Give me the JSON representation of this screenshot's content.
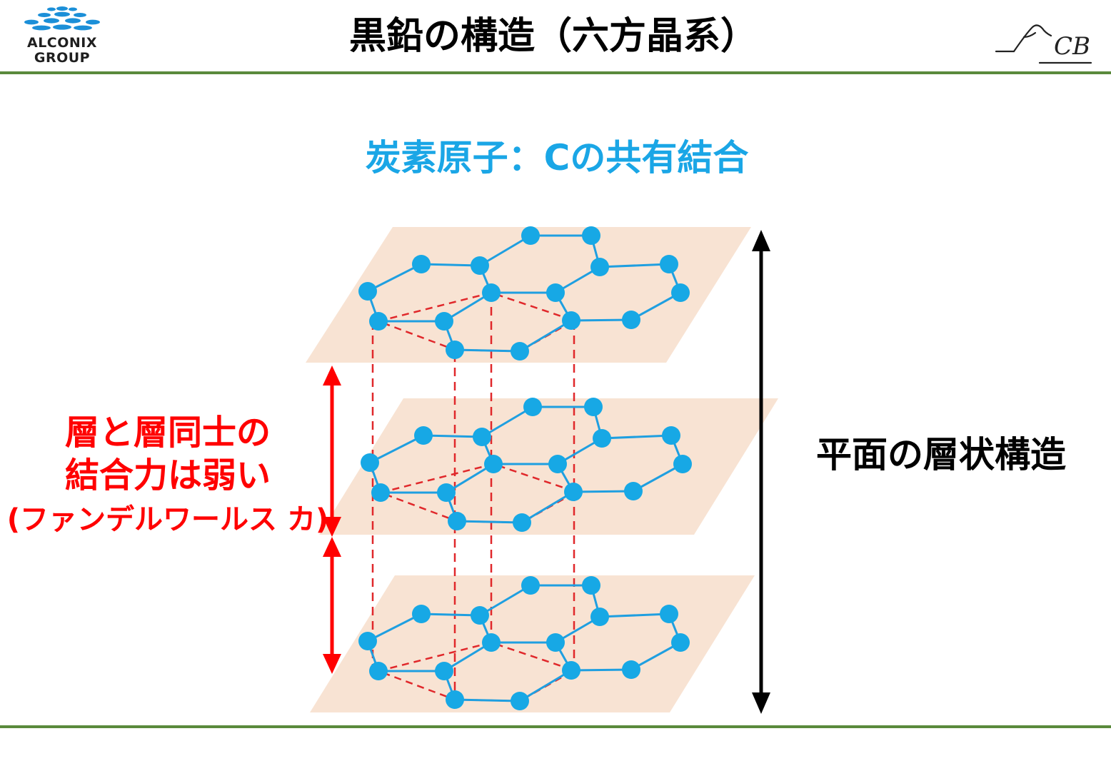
{
  "header": {
    "title": "黒鉛の構造（六方晶系）",
    "left_logo": {
      "line1": "ALCONIX",
      "line2": "GROUP",
      "icon": "dotted-dome-icon"
    },
    "right_logo": {
      "text": "CB",
      "icon": "mountain-icon"
    }
  },
  "subtitle": "炭素原子：Cの共有結合",
  "left_label": {
    "line1": "層と層同士の",
    "line2": "結合力は弱い",
    "line3": "(ファンデルワールス カ)"
  },
  "right_label": "平面の層状構造",
  "colors": {
    "accent_blue": "#1aa6e6",
    "atom": "#17a8e5",
    "bond": "#1f9fe0",
    "plane": "#f8e3d3",
    "red": "#ff0000",
    "dashed_red": "#e0282b",
    "rule_green": "#5a8a3c"
  }
}
